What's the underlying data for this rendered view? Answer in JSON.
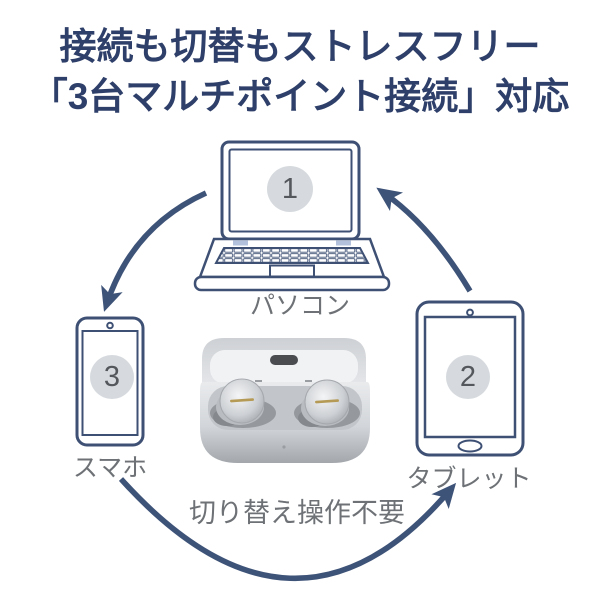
{
  "title": {
    "line1": "接続も切替もストレスフリー",
    "line2": "「3台マルチポイント接続」対応"
  },
  "devices": {
    "laptop": {
      "label": "パソコン",
      "number": "1"
    },
    "tablet": {
      "label": "タブレット",
      "number": "2"
    },
    "smartphone": {
      "label": "スマホ",
      "number": "3"
    }
  },
  "caption": "切り替え操作不要",
  "icons": [
    "laptop-icon",
    "tablet-icon",
    "smartphone-icon",
    "earbuds-case-photo",
    "arrow-laptop-to-smartphone-icon",
    "arrow-smartphone-to-tablet-icon",
    "arrow-tablet-to-laptop-icon"
  ],
  "colors": {
    "title_navy": "#2e3f69",
    "arrow_navy": "#3e5378",
    "device_outline_navy": "#3e5074",
    "hinge_blue": "#b3c1dc",
    "badge_gray": "#d6dade",
    "number_gray": "#54575c",
    "label_gray": "#6e7276",
    "background": "#ffffff"
  }
}
